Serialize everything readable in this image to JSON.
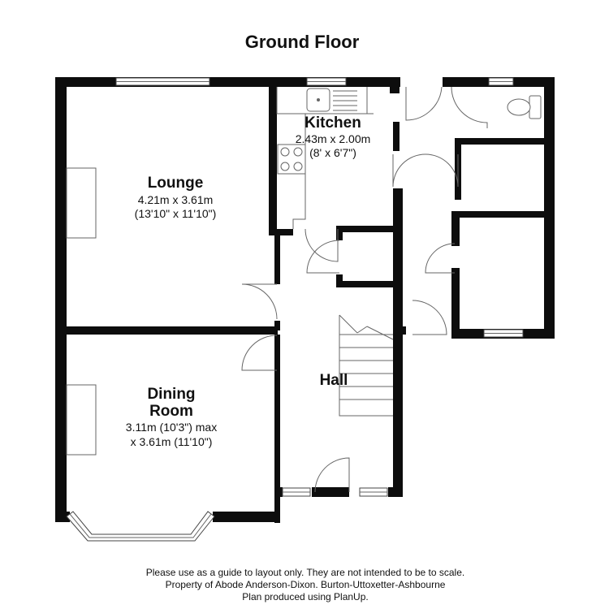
{
  "title": "Ground Floor",
  "rooms": {
    "lounge": {
      "name": "Lounge",
      "dim1": "4.21m x 3.61m",
      "dim2": "(13'10\" x 11'10\")"
    },
    "kitchen": {
      "name": "Kitchen",
      "dim1": "2.43m x 2.00m",
      "dim2": "(8' x 6'7\")"
    },
    "dining": {
      "name1": "Dining",
      "name2": "Room",
      "dim1": "3.11m (10'3\") max",
      "dim2": "x 3.61m (11'10\")"
    },
    "hall": {
      "name": "Hall"
    }
  },
  "footer": {
    "line1": "Please use as a guide to layout only. They are not intended to be to scale.",
    "line2": "Property of Abode Anderson-Dixon. Burton-Uttoxetter-Ashbourne",
    "line3": "Plan produced using PlanUp."
  }
}
